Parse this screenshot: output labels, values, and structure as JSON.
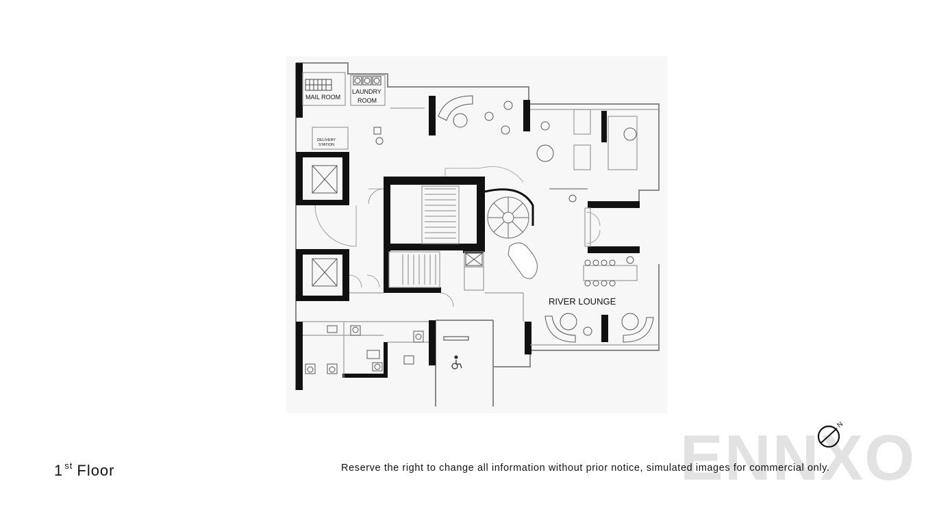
{
  "plan": {
    "rooms": {
      "mail_room": "MAIL ROOM",
      "laundry_line1": "LAUNDRY",
      "laundry_line2": "ROOM",
      "delivery_line1": "DELIVERY",
      "delivery_line2": "STATION",
      "river_lounge": "RIVER LOUNGE"
    }
  },
  "footer": {
    "floor_number": "1",
    "floor_suffix": "st",
    "floor_word": "Floor",
    "disclaimer": "Reserve the right to change all information without prior notice, simulated images for commercial only.",
    "watermark": "ENNXO",
    "compass_label": "N"
  },
  "colors": {
    "wall": "#111111",
    "line": "#777777",
    "plan_background": "#f7f7f7",
    "watermark": "#969696"
  },
  "icons": [
    "north-compass-icon",
    "wheelchair-icon",
    "stair-icon",
    "elevator-icon"
  ]
}
